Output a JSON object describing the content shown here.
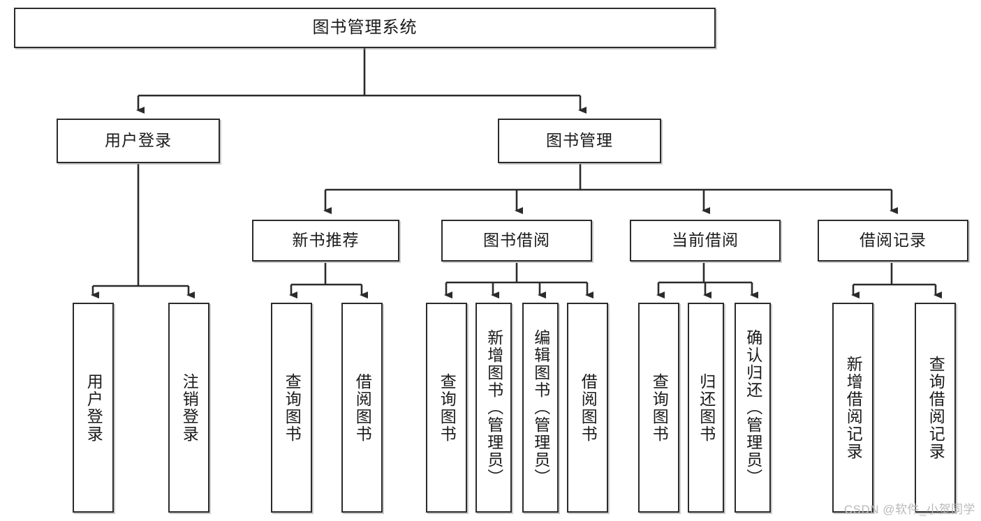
{
  "diagram": {
    "title": "图书管理系统",
    "type": "tree",
    "nodes": {
      "root": {
        "label": "图书管理系统"
      },
      "level2": [
        {
          "id": "user-login",
          "label": "用户登录"
        },
        {
          "id": "book-manage",
          "label": "图书管理"
        }
      ],
      "level3": [
        {
          "id": "new-book-recommend",
          "label": "新书推荐"
        },
        {
          "id": "book-borrow",
          "label": "图书借阅"
        },
        {
          "id": "current-borrow",
          "label": "当前借阅"
        },
        {
          "id": "borrow-record",
          "label": "借阅记录"
        }
      ],
      "leaves": [
        {
          "id": "leaf-user-login",
          "label": "用户登录",
          "parent": "user-login"
        },
        {
          "id": "leaf-user-logout",
          "label": "注销登录",
          "parent": "user-login"
        },
        {
          "id": "leaf-query-book-1",
          "label": "查询图书",
          "parent": "new-book-recommend"
        },
        {
          "id": "leaf-borrow-book-1",
          "label": "借阅图书",
          "parent": "new-book-recommend"
        },
        {
          "id": "leaf-query-book-2",
          "label": "查询图书",
          "parent": "book-borrow"
        },
        {
          "id": "leaf-add-book",
          "label": "新增图书（管理员）",
          "parent": "book-borrow"
        },
        {
          "id": "leaf-edit-book",
          "label": "编辑图书（管理员）",
          "parent": "book-borrow"
        },
        {
          "id": "leaf-borrow-book-2",
          "label": "借阅图书",
          "parent": "book-borrow"
        },
        {
          "id": "leaf-query-book-3",
          "label": "查询图书",
          "parent": "current-borrow"
        },
        {
          "id": "leaf-return-book",
          "label": "归还图书",
          "parent": "current-borrow"
        },
        {
          "id": "leaf-confirm-return",
          "label": "确认归还（管理员）",
          "parent": "current-borrow"
        },
        {
          "id": "leaf-add-record",
          "label": "新增借阅记录",
          "parent": "borrow-record"
        },
        {
          "id": "leaf-query-record",
          "label": "查询借阅记录",
          "parent": "borrow-record"
        }
      ]
    },
    "colors": {
      "stroke": "#2b2b2b",
      "fill": "#ffffff",
      "text": "#1a1a1a",
      "watermark": "#b9b9b9"
    }
  },
  "watermark": {
    "text": "CSDN @软件_小贺同学"
  }
}
